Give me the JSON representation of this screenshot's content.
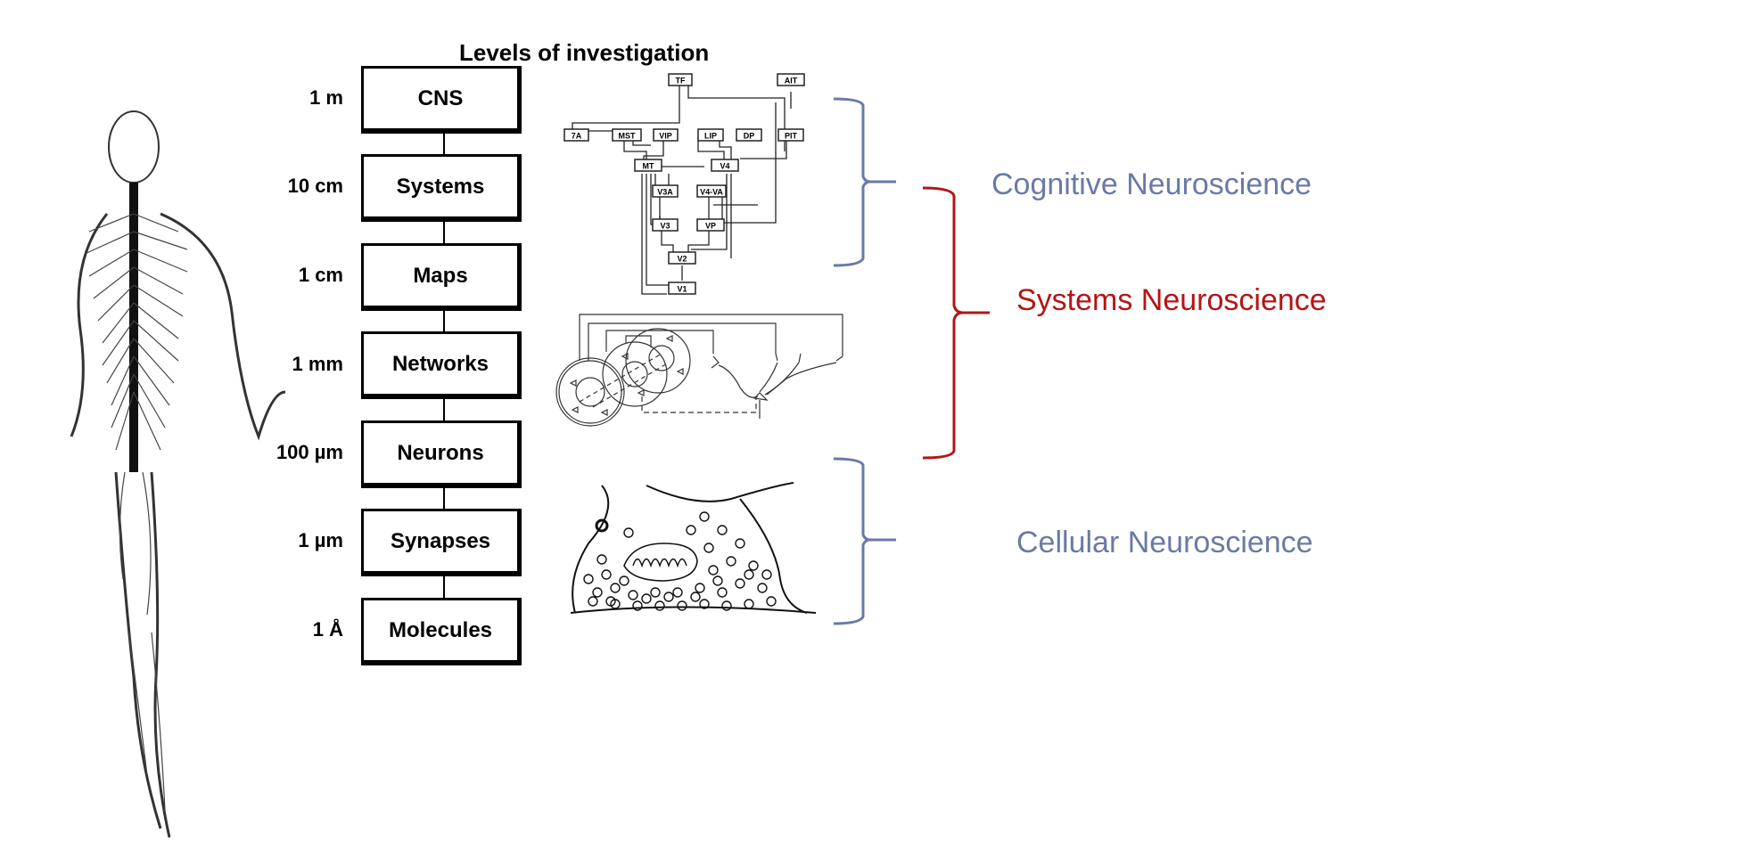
{
  "title": "Levels of investigation",
  "levels": [
    {
      "scale": "1 m",
      "name": "CNS"
    },
    {
      "scale": "10 cm",
      "name": "Systems"
    },
    {
      "scale": "1 cm",
      "name": "Maps"
    },
    {
      "scale": "1 mm",
      "name": "Networks"
    },
    {
      "scale": "100 µm",
      "name": "Neurons"
    },
    {
      "scale": "1 µm",
      "name": "Synapses"
    },
    {
      "scale": "1 Å",
      "name": "Molecules"
    }
  ],
  "visual_areas": [
    "TF",
    "AIT",
    "7A",
    "MST",
    "VIP",
    "LIP",
    "DP",
    "PIT",
    "MT",
    "V4",
    "V3A",
    "V4-VA",
    "V3",
    "VP",
    "V2",
    "V1"
  ],
  "brackets": {
    "cognitive": {
      "label": "Cognitive Neuroscience",
      "color": "#6a7aa5"
    },
    "systems": {
      "label": "Systems Neuroscience",
      "color": "#b31515"
    },
    "cellular": {
      "label": "Cellular Neuroscience",
      "color": "#6a7aa5"
    }
  },
  "figures": {
    "body": "human-nervous-system-illustration",
    "network": "neural-network-illustration",
    "synapse": "synapse-illustration"
  }
}
